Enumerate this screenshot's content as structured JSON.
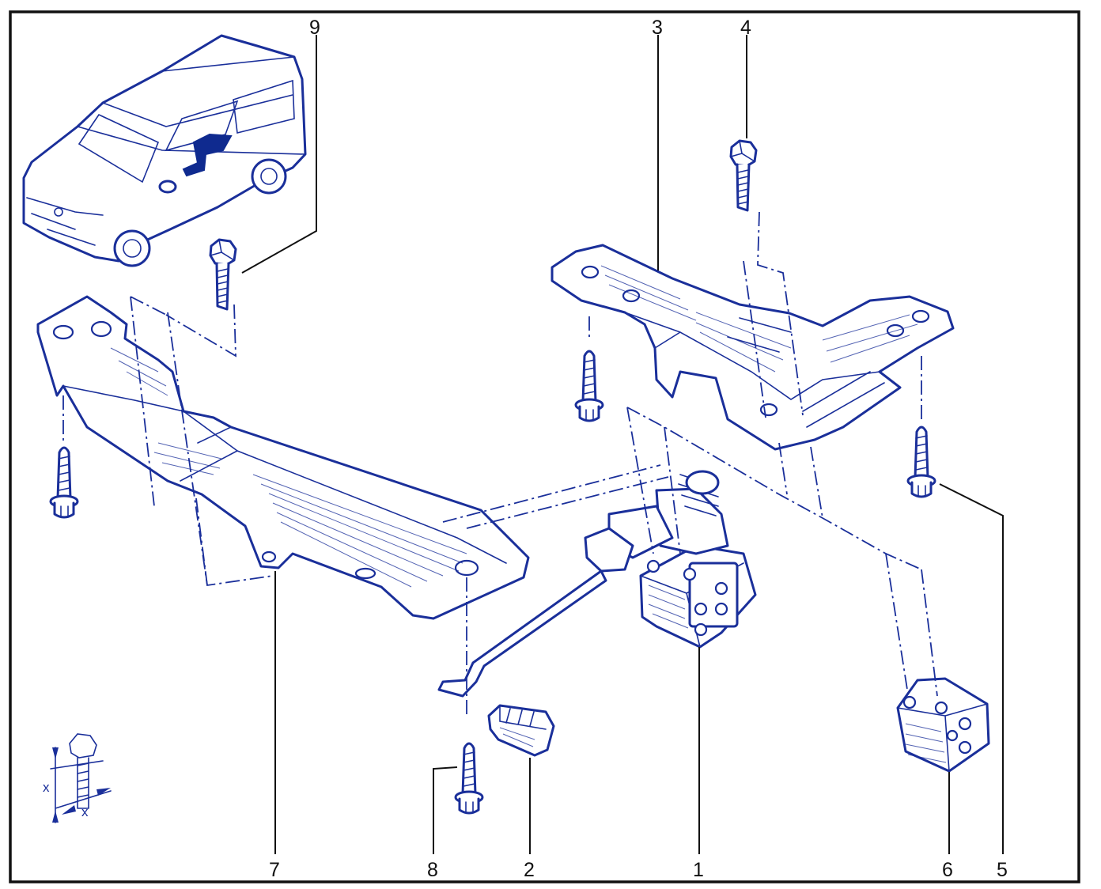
{
  "diagram": {
    "callouts": [
      "9",
      "3",
      "4",
      "7",
      "8",
      "2",
      "1",
      "6",
      "5"
    ],
    "dimension_marks": [
      "x",
      "x"
    ]
  },
  "colors": {
    "line": "#1a2f9a",
    "highlight": "#0f2a8f",
    "text": "#111111",
    "frame": "#111111"
  }
}
